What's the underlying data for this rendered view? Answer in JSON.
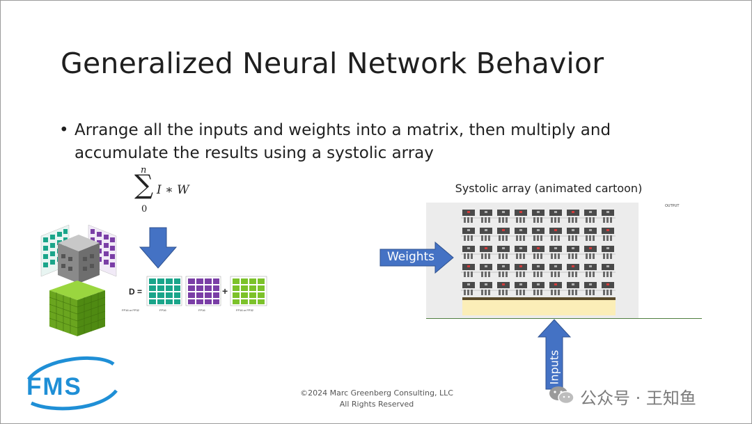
{
  "slide": {
    "title": "Generalized Neural Network Behavior",
    "bullet": {
      "symbol": "•",
      "text": "Arrange all the inputs and weights into a matrix, then multiply and accumulate the results using a systolic array"
    },
    "formula": {
      "upper": "n",
      "lower": "0",
      "expression": "I ∗ W"
    },
    "matrix_equation": {
      "lhs": "D =",
      "operator": "+",
      "labels": [
        "FP16 or FP32",
        "FP16",
        "FP16",
        "FP16 or FP32"
      ]
    },
    "systolic": {
      "caption": "Systolic array (animated cartoon)",
      "output_label": "OUTPUT",
      "weights_label": "Weights",
      "inputs_label": "Inputs"
    },
    "footer": {
      "line1": "©2024 Marc Greenberg Consulting, LLC",
      "line2": "All Rights Reserved"
    },
    "logo_text": "FMS",
    "watermark": "公众号 · 王知鱼"
  },
  "colors": {
    "arrow_blue": "#4472c4",
    "arrow_border": "#2f528f",
    "teal_matrix": "#1aa58a",
    "purple_matrix": "#7a3ea6",
    "green_matrix": "#7cc22a",
    "logo_blue": "#1f8fd6"
  }
}
